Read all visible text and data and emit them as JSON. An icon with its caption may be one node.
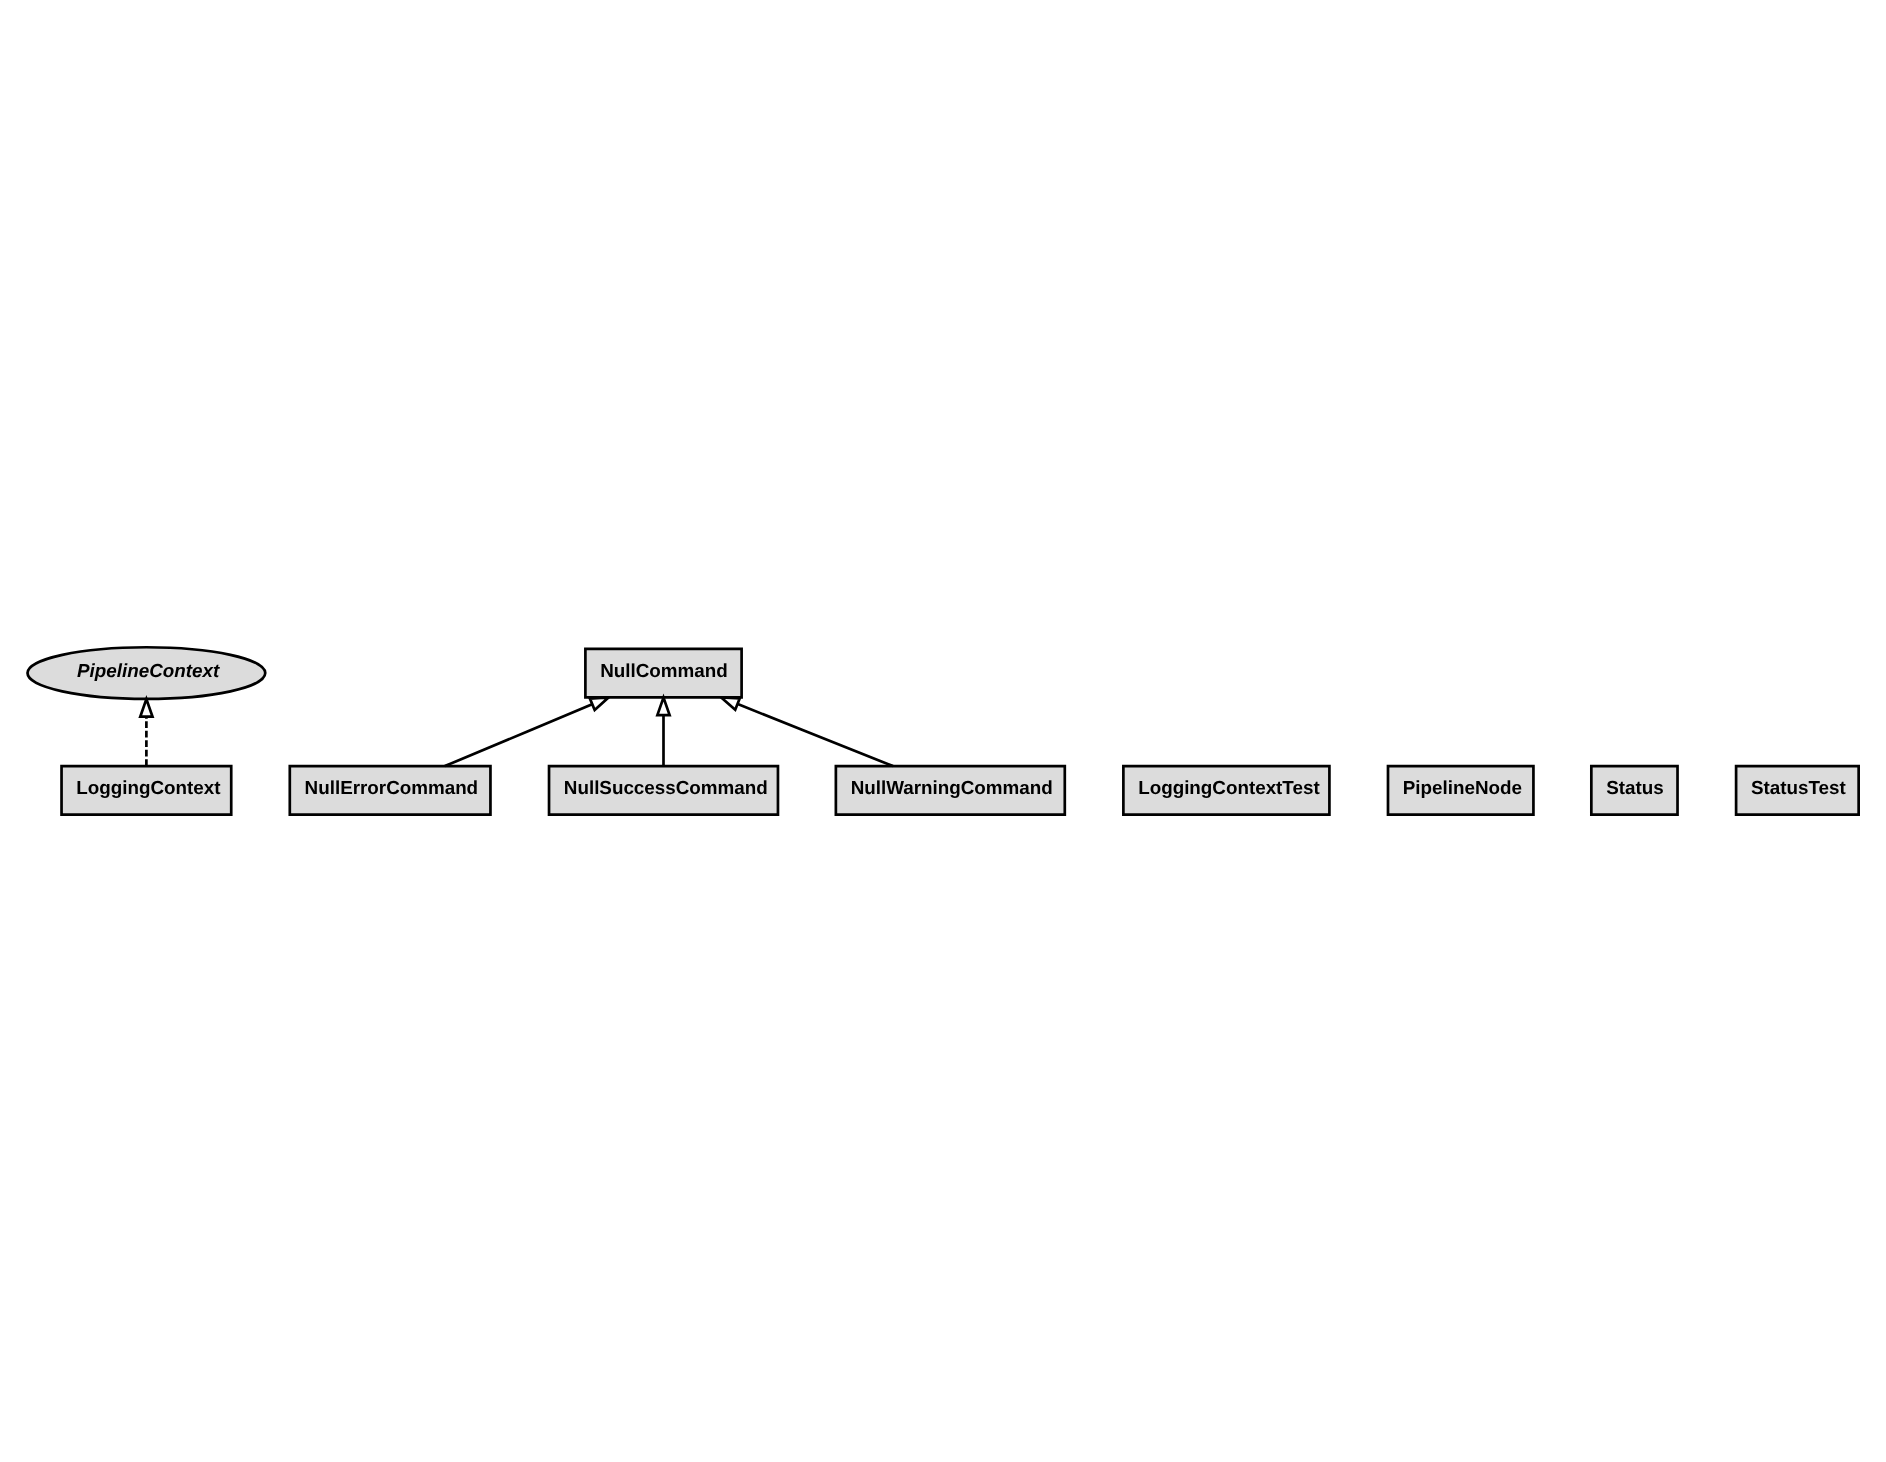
{
  "diagram": {
    "nodes": [
      {
        "text": [
          "PipelineContext"
        ]
      },
      {
        "text": [
          "LoggingContext"
        ]
      },
      {
        "text": [
          "NullCommand"
        ]
      },
      {
        "text": [
          "NullErrorCommand"
        ]
      },
      {
        "text": [
          "NullSuccessCommand"
        ]
      },
      {
        "text": [
          "NullWarningCommand"
        ]
      },
      {
        "text": [
          "LoggingContextTest"
        ]
      },
      {
        "text": [
          "PipelineNode"
        ]
      },
      {
        "text": [
          "Status"
        ]
      },
      {
        "text": [
          "StatusTest"
        ]
      }
    ],
    "edges": [
      {
        "from": 1,
        "to": 0,
        "arrow": "to",
        "style": "dashed"
      },
      {
        "from": 3,
        "to": 2,
        "arrow": "to"
      },
      {
        "from": 4,
        "to": 2,
        "arrow": "to"
      },
      {
        "from": 5,
        "to": 2,
        "arrow": "to"
      }
    ]
  }
}
